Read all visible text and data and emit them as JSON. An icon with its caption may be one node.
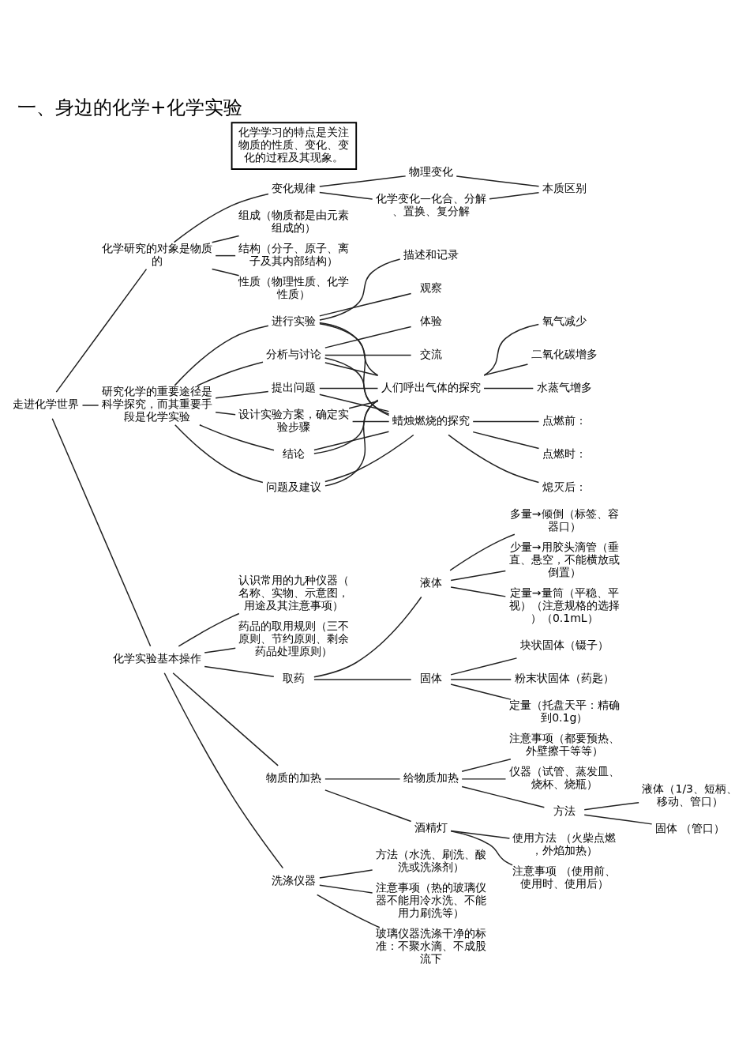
{
  "diagram": {
    "title": "一、身边的化学+化学实验",
    "nodes": [
      {
        "text": [
          "走进化学世界"
        ]
      },
      {
        "text": [
          "化学研究的对象是物质的"
        ]
      },
      {
        "text": [
          "组成（物质都是由元素组成的）"
        ]
      },
      {
        "text": [
          "结构（分子、原子、离子及其内部结构）"
        ]
      },
      {
        "text": [
          "性质（物理性质、化学性质）"
        ]
      },
      {
        "text": [
          "化学学习的特点是关注物质的性质、变化、变化的过程及其现象。"
        ]
      },
      {
        "text": [
          "变化规律"
        ]
      },
      {
        "text": [
          "物理变化"
        ]
      },
      {
        "text": [
          "化学变化—化合、分解、置换、复分解"
        ]
      },
      {
        "text": [
          "本质区别"
        ]
      },
      {
        "text": [
          "研究化学的重要途径是科学探究，而其重要手段是化学实验"
        ]
      },
      {
        "text": [
          "提出问题"
        ]
      },
      {
        "text": [
          "设计实验方案，确定实验步骤"
        ]
      },
      {
        "text": [
          "进行实验"
        ]
      },
      {
        "text": [
          "观察"
        ]
      },
      {
        "text": [
          "描述和记录"
        ]
      },
      {
        "text": [
          "分析与讨论"
        ]
      },
      {
        "text": [
          "交流"
        ]
      },
      {
        "text": [
          "体验"
        ]
      },
      {
        "text": [
          "结论"
        ]
      },
      {
        "text": [
          "问题及建议"
        ]
      },
      {
        "text": [
          "蜡烛燃烧的探究"
        ]
      },
      {
        "text": [
          "点燃前："
        ]
      },
      {
        "text": [
          "点燃时："
        ]
      },
      {
        "text": [
          "熄灭后："
        ]
      },
      {
        "text": [
          "人们呼出气体的探究"
        ]
      },
      {
        "text": [
          "氧气减少"
        ]
      },
      {
        "text": [
          "二氧化碳增多"
        ]
      },
      {
        "text": [
          "水蒸气增多"
        ]
      },
      {
        "text": [
          "化学实验基本操作"
        ]
      },
      {
        "text": [
          "认识常用的九种仪器（名称、实物、示意图，用途及其注意事项）"
        ]
      },
      {
        "text": [
          "药品的取用规则（三不原则、节约原则、剩余药品处理原则）"
        ]
      },
      {
        "text": [
          "取药"
        ]
      },
      {
        "text": [
          "固体"
        ]
      },
      {
        "text": [
          "块状固体（镊子）"
        ]
      },
      {
        "text": [
          "粉末状固体（药匙）"
        ]
      },
      {
        "text": [
          "定量（托盘天平：精确到0.1g）"
        ]
      },
      {
        "text": [
          "液体"
        ]
      },
      {
        "text": [
          "多量→倾倒（标签、容器口）"
        ]
      },
      {
        "text": [
          "少量→用胶头滴管（垂直、悬空，不能横放或倒置）"
        ]
      },
      {
        "text": [
          "定量→量筒（平稳、平视）（注意规格的选择）（0.1mL）"
        ]
      },
      {
        "text": [
          "物质的加热"
        ]
      },
      {
        "text": [
          "酒精灯"
        ]
      },
      {
        "text": [
          "使用方法 （火柴点燃，外焰加热）"
        ]
      },
      {
        "text": [
          "注意事项 （使用前、使用时、使用后）"
        ]
      },
      {
        "text": [
          "给物质加热"
        ]
      },
      {
        "text": [
          "仪器（试管、蒸发皿、烧杯、烧瓶）"
        ]
      },
      {
        "text": [
          "方法"
        ]
      },
      {
        "text": [
          "液体（1/3、短柄、移动、管口）"
        ]
      },
      {
        "text": [
          "固体 （管口）"
        ]
      },
      {
        "text": [
          "注意事项（都要预热、外壁擦干等等）"
        ]
      },
      {
        "text": [
          "洗涤仪器"
        ]
      },
      {
        "text": [
          "方法（水洗、刷洗、酸洗或洗涤剂）"
        ]
      },
      {
        "text": [
          "注意事项（热的玻璃仪器不能用冷水洗、不能用力刷洗等）"
        ]
      },
      {
        "text": [
          "玻璃仪器洗涤干净的标准：不聚水滴、不成股流下"
        ]
      }
    ],
    "edges": [
      {
        "from": 0,
        "to": 1,
        "arrow": "none"
      },
      {
        "from": 1,
        "to": 2,
        "arrow": "none"
      },
      {
        "from": 1,
        "to": 3,
        "arrow": "none"
      },
      {
        "from": 1,
        "to": 4,
        "arrow": "none"
      },
      {
        "from": 1,
        "to": 6,
        "arrow": "none"
      },
      {
        "from": 6,
        "to": 7,
        "arrow": "none"
      },
      {
        "from": 6,
        "to": 8,
        "arrow": "none"
      },
      {
        "from": 7,
        "to": 9,
        "arrow": "none"
      },
      {
        "from": 8,
        "to": 9,
        "arrow": "none"
      },
      {
        "from": 0,
        "to": 10,
        "arrow": "none"
      },
      {
        "from": 10,
        "to": 11,
        "arrow": "none"
      },
      {
        "from": 10,
        "to": 12,
        "arrow": "none"
      },
      {
        "from": 10,
        "to": 13,
        "arrow": "none"
      },
      {
        "from": 13,
        "to": 14,
        "arrow": "none"
      },
      {
        "from": 13,
        "to": 15,
        "arrow": "none"
      },
      {
        "from": 10,
        "to": 16,
        "arrow": "none"
      },
      {
        "from": 16,
        "to": 17,
        "arrow": "none"
      },
      {
        "from": 16,
        "to": 18,
        "arrow": "none"
      },
      {
        "from": 10,
        "to": 19,
        "arrow": "none"
      },
      {
        "from": 10,
        "to": 20,
        "arrow": "none"
      },
      {
        "from": 11,
        "to": 21,
        "arrow": "none"
      },
      {
        "from": 12,
        "to": 21,
        "arrow": "none"
      },
      {
        "from": 13,
        "to": 21,
        "arrow": "none"
      },
      {
        "from": 16,
        "to": 21,
        "arrow": "none"
      },
      {
        "from": 19,
        "to": 21,
        "arrow": "none"
      },
      {
        "from": 20,
        "to": 21,
        "arrow": "none"
      },
      {
        "from": 11,
        "to": 25,
        "arrow": "none"
      },
      {
        "from": 12,
        "to": 25,
        "arrow": "none"
      },
      {
        "from": 13,
        "to": 25,
        "arrow": "none"
      },
      {
        "from": 16,
        "to": 25,
        "arrow": "none"
      },
      {
        "from": 19,
        "to": 25,
        "arrow": "none"
      },
      {
        "from": 20,
        "to": 25,
        "arrow": "none"
      },
      {
        "from": 21,
        "to": 22,
        "arrow": "none"
      },
      {
        "from": 21,
        "to": 23,
        "arrow": "none"
      },
      {
        "from": 21,
        "to": 24,
        "arrow": "none"
      },
      {
        "from": 25,
        "to": 26,
        "arrow": "none"
      },
      {
        "from": 25,
        "to": 27,
        "arrow": "none"
      },
      {
        "from": 25,
        "to": 28,
        "arrow": "none"
      },
      {
        "from": 0,
        "to": 29,
        "arrow": "none"
      },
      {
        "from": 29,
        "to": 30,
        "arrow": "none"
      },
      {
        "from": 29,
        "to": 31,
        "arrow": "none"
      },
      {
        "from": 29,
        "to": 32,
        "arrow": "none"
      },
      {
        "from": 32,
        "to": 33,
        "arrow": "none"
      },
      {
        "from": 33,
        "to": 34,
        "arrow": "none"
      },
      {
        "from": 33,
        "to": 35,
        "arrow": "none"
      },
      {
        "from": 33,
        "to": 36,
        "arrow": "none"
      },
      {
        "from": 32,
        "to": 37,
        "arrow": "none"
      },
      {
        "from": 37,
        "to": 38,
        "arrow": "none"
      },
      {
        "from": 37,
        "to": 39,
        "arrow": "none"
      },
      {
        "from": 37,
        "to": 40,
        "arrow": "none"
      },
      {
        "from": 29,
        "to": 41,
        "arrow": "none"
      },
      {
        "from": 41,
        "to": 42,
        "arrow": "none"
      },
      {
        "from": 42,
        "to": 43,
        "arrow": "none"
      },
      {
        "from": 42,
        "to": 44,
        "arrow": "none"
      },
      {
        "from": 41,
        "to": 45,
        "arrow": "none"
      },
      {
        "from": 45,
        "to": 46,
        "arrow": "none"
      },
      {
        "from": 45,
        "to": 47,
        "arrow": "none"
      },
      {
        "from": 47,
        "to": 48,
        "arrow": "none"
      },
      {
        "from": 47,
        "to": 49,
        "arrow": "none"
      },
      {
        "from": 45,
        "to": 50,
        "arrow": "none"
      },
      {
        "from": 29,
        "to": 51,
        "arrow": "none"
      },
      {
        "from": 51,
        "to": 52,
        "arrow": "none"
      },
      {
        "from": 51,
        "to": 53,
        "arrow": "none"
      },
      {
        "from": 51,
        "to": 54,
        "arrow": "none"
      }
    ]
  }
}
